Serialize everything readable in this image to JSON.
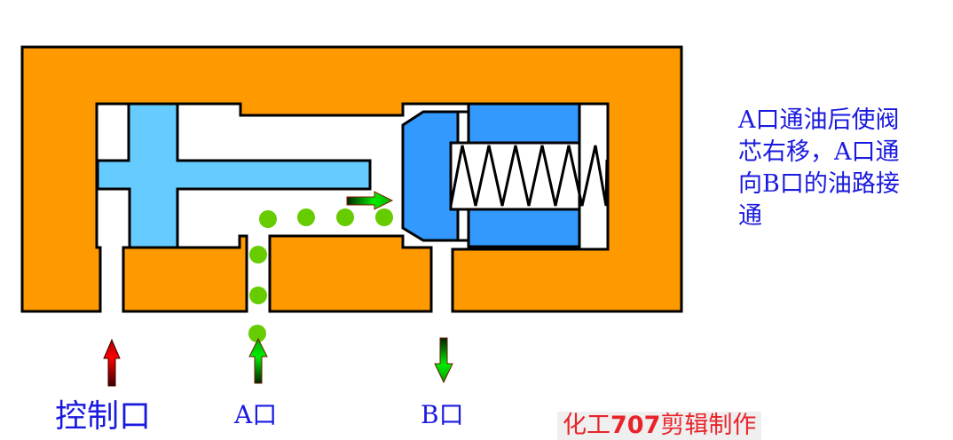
{
  "description": {
    "lines": [
      "A口通油后使阀",
      "芯右移，A口通",
      "向B口的油路接",
      "通"
    ]
  },
  "ports": {
    "control": "控制口",
    "a": "A口",
    "b": "B口"
  },
  "credit": {
    "prefix": "化工",
    "number": "707",
    "suffix": "剪辑制作"
  },
  "colors": {
    "body": "#ff9900",
    "control_piston": "#66ccff",
    "valve_spool": "#3399ff",
    "oil_flow_dots": "#66cc00",
    "text": "#1a1adf",
    "credit_text": "#e8242a",
    "control_arrow": "#cc0000",
    "flow_arrow": "#00cc00"
  }
}
